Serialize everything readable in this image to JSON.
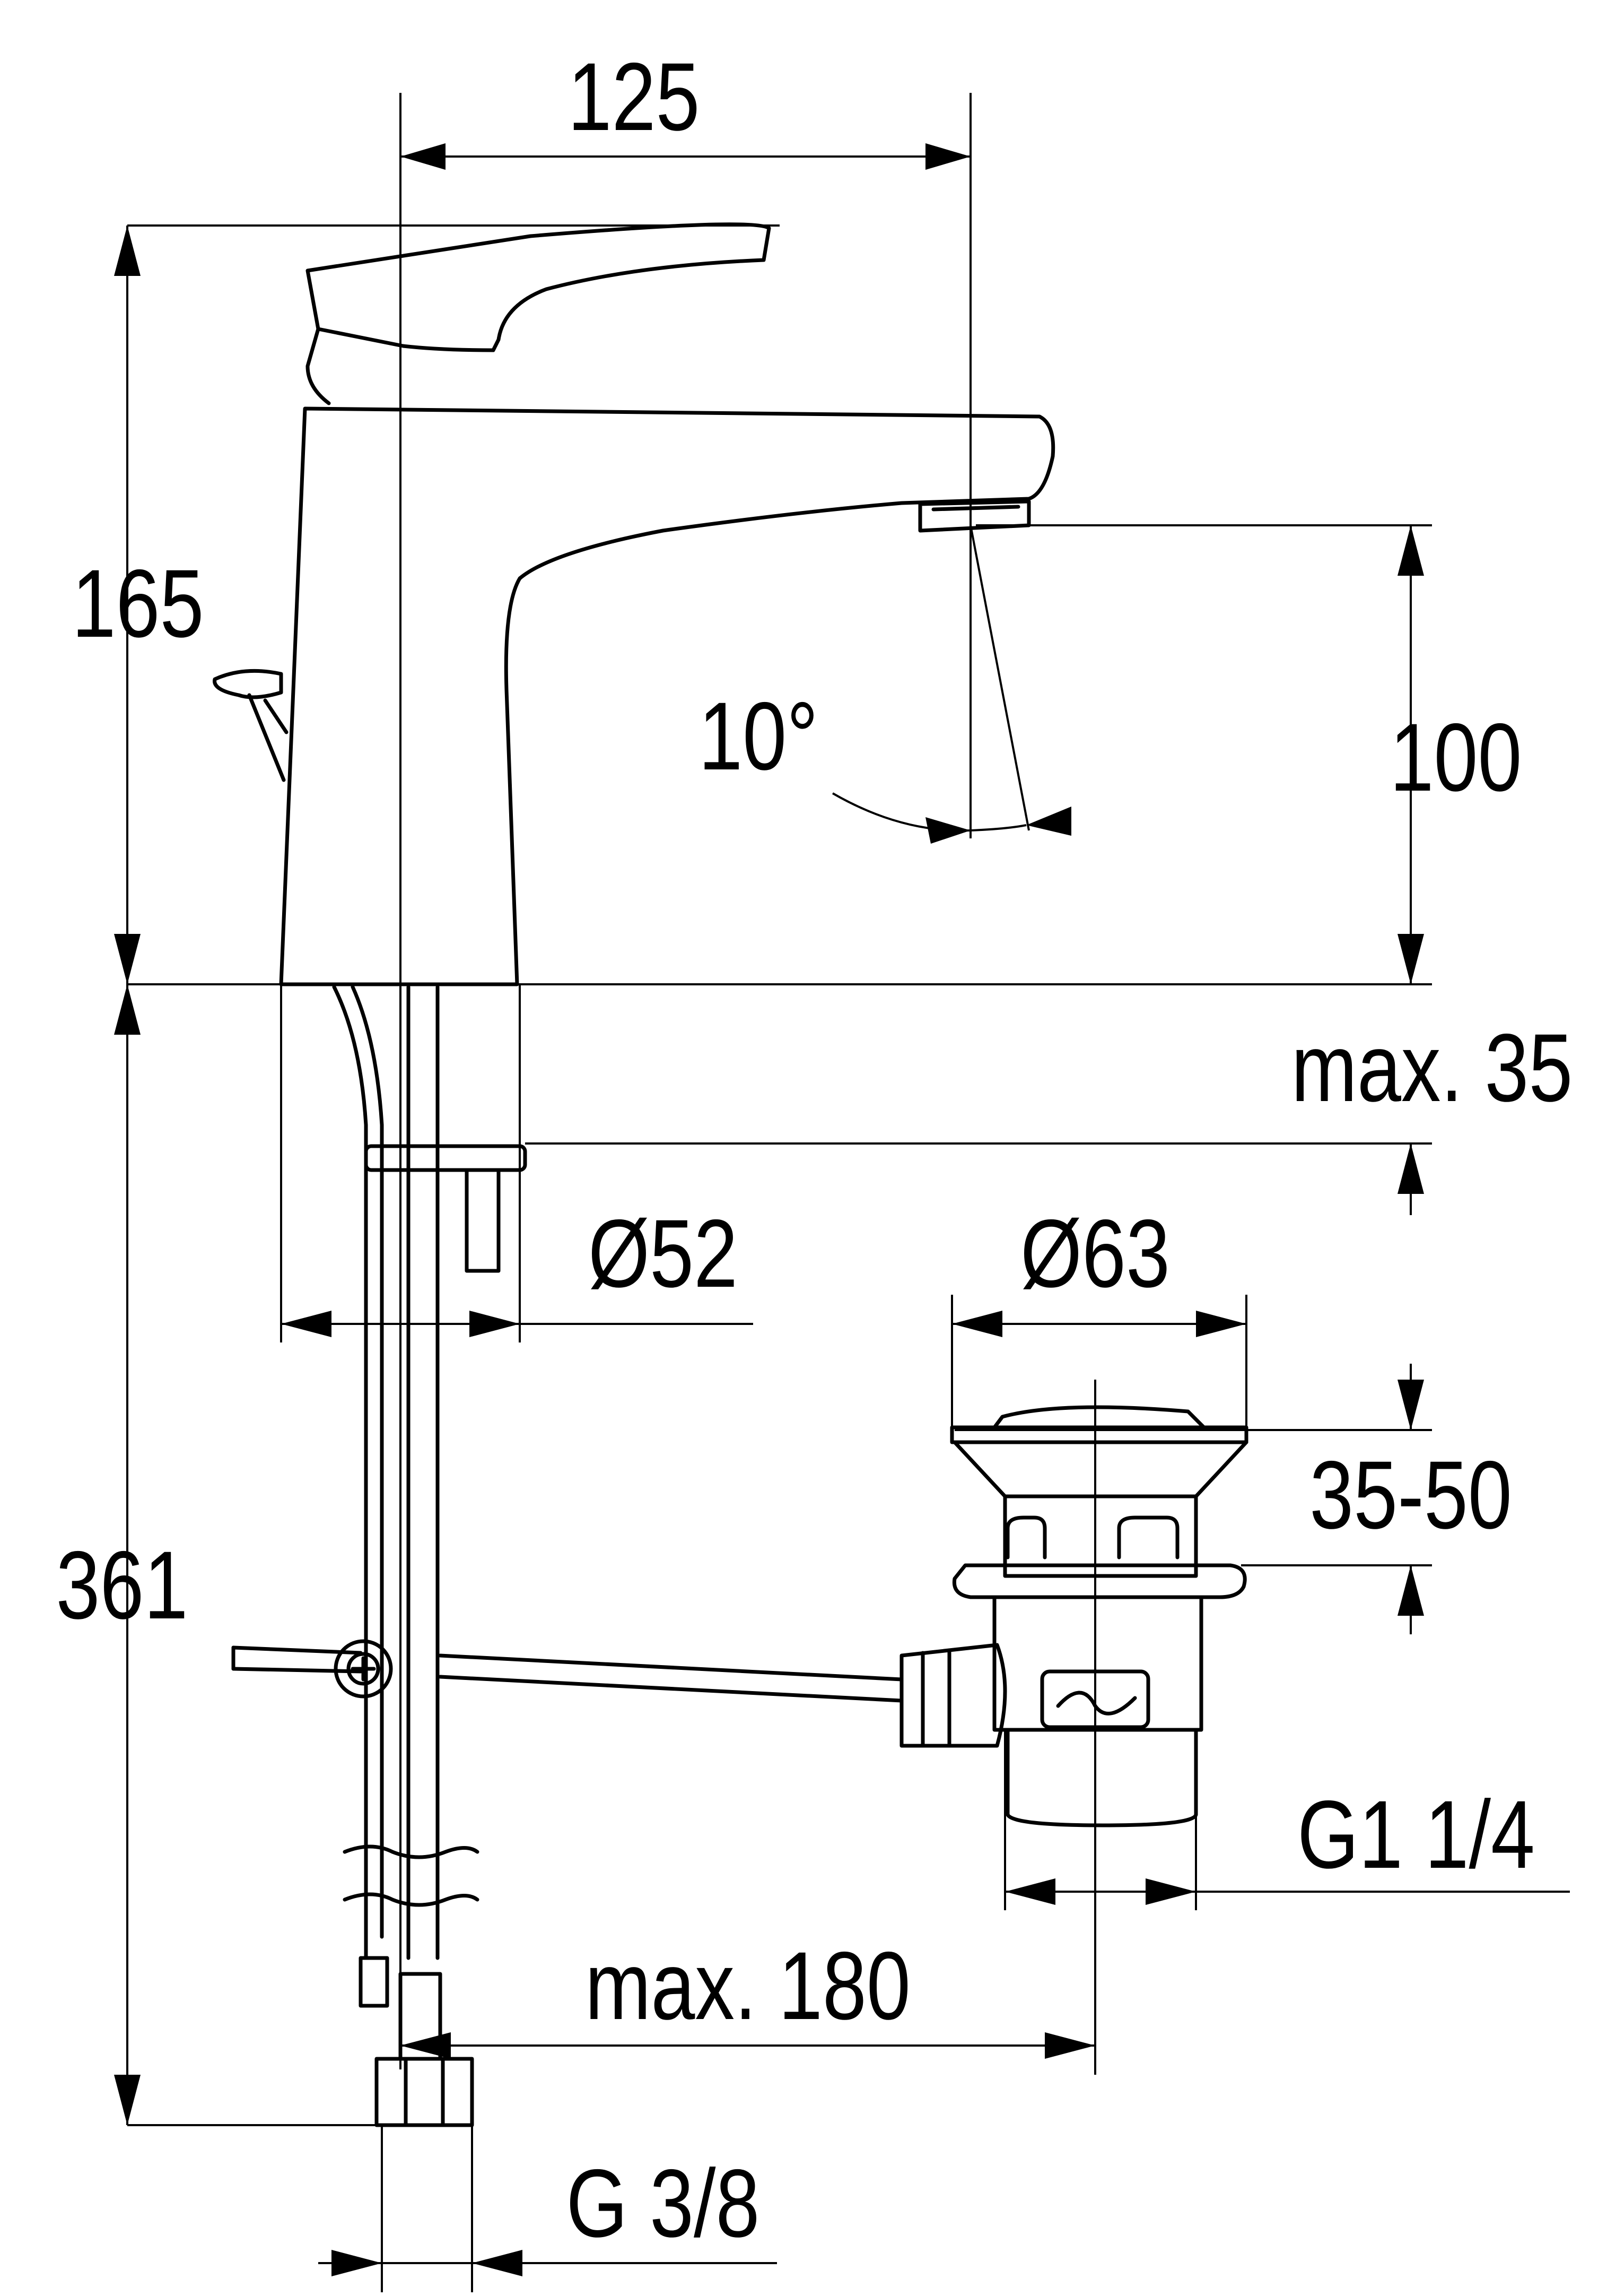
{
  "dimensions": {
    "width_spout_reach": "125",
    "height_total": "165",
    "spout_angle": "10°",
    "spout_height": "100",
    "max_counter_thickness": "max. 35",
    "base_diameter": "Ø52",
    "waste_diameter": "Ø63",
    "waste_range": "35-50",
    "below_counter_length": "361",
    "waste_thread": "G1 1/4",
    "max_rod_distance": "max. 180",
    "supply_thread": "G 3/8"
  },
  "colors": {
    "line": "#000000",
    "background": "#ffffff"
  }
}
